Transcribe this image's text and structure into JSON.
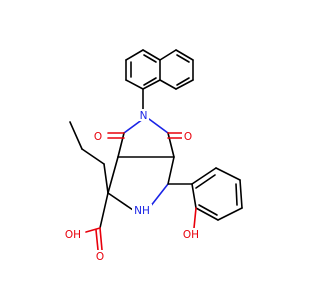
{
  "molecule": {
    "atom_labels": {
      "imide_n": "N",
      "ring_nh": "NH",
      "carbonyl_o_left": "O",
      "carbonyl_o_right": "O",
      "acid_oh": "OH",
      "acid_o": "O",
      "phenol_oh": "OH"
    }
  },
  "colors": {
    "bond": "#000000",
    "oxygen": "#e8000b",
    "nitrogen": "#1a24e6",
    "background": "#ffffff"
  }
}
